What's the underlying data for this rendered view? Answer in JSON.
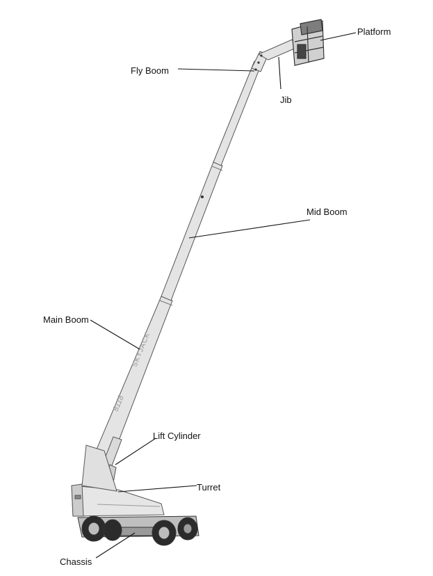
{
  "diagram": {
    "labels": {
      "platform": "Platform",
      "fly_boom": "Fly Boom",
      "jib": "Jib",
      "mid_boom": "Mid Boom",
      "main_boom": "Main Boom",
      "lift_cylinder": "Lift Cylinder",
      "turret": "Turret",
      "chassis": "Chassis"
    },
    "boom_markings": {
      "brand": "SKYJACK",
      "model": "8118"
    },
    "colors": {
      "machine_fill": "#e4e4e4",
      "machine_stroke": "#555555",
      "leader_line": "#111111",
      "tire": "#2b2b2b"
    }
  }
}
